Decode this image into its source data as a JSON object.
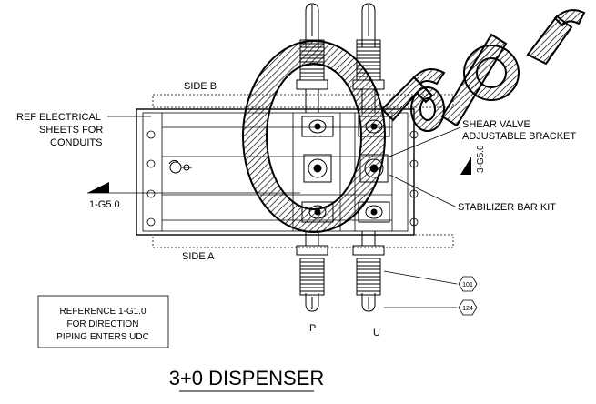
{
  "labels": {
    "side_b": "SIDE B",
    "side_a": "SIDE A",
    "ref_electrical_1": "REF ELECTRICAL",
    "ref_electrical_2": "SHEETS FOR",
    "ref_electrical_3": "CONDUITS",
    "shear_valve_1": "SHEAR VALVE",
    "shear_valve_2": "ADJUSTABLE BRACKET",
    "stabilizer": "STABILIZER BAR KIT",
    "section_left": "1-G5.0",
    "section_right": "3-G5.0",
    "product_p": "P",
    "product_u": "U",
    "tag_101": "101",
    "tag_124": "124"
  },
  "reference_note": {
    "line1": "REFERENCE 1-G1.0",
    "line2": "FOR DIRECTION",
    "line3": "PIPING ENTERS UDC"
  },
  "title": "3+0 DISPENSER",
  "watermark": "Order"
}
